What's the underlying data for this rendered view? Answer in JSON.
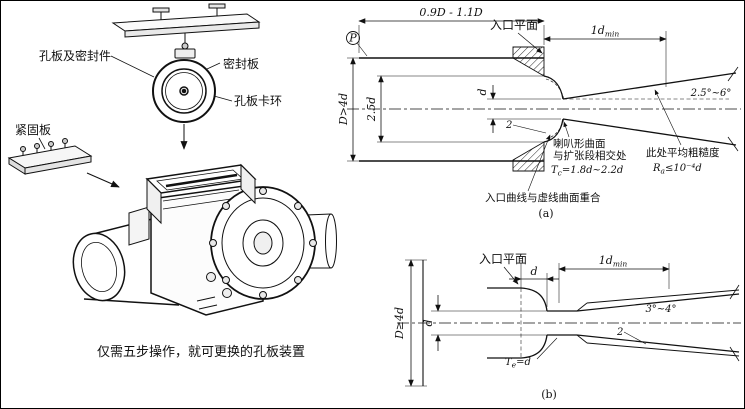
{
  "assembly": {
    "labels": {
      "plate_and_seal": "孔板及密封件",
      "seal_plate": "密封板",
      "clamp_ring": "孔板卡环",
      "fastening_plate": "紧固板"
    },
    "caption": "仅需五步操作，就可更换的孔板装置"
  },
  "diagram_a": {
    "dim_span": "0.9D - 1.1D",
    "inlet_plane": "入口平面",
    "dim_length": {
      "main": "1d",
      "sub": "min"
    },
    "tap": "P",
    "dim_diameter": "D>4d",
    "dim_bell": "2.5d",
    "dim_throat": "d",
    "surface_no": "2",
    "angle": "2.5°~6°",
    "note_trumpet_line1": "喇叭形曲面",
    "note_trumpet_line2": "与扩张段相交处",
    "note_tc": {
      "main": "T",
      "sub": "c",
      "rest": "=1.8d~2.2d"
    },
    "note_rough_title": "此处平均粗糙度",
    "note_rough": {
      "main": "R",
      "sub": "a",
      "rest": "≤10⁻⁴d"
    },
    "note_inlet_curve": "入口曲线与虚线曲面重合",
    "fig": "(a)"
  },
  "diagram_b": {
    "inlet_plane": "入口平面",
    "dim_length": {
      "main": "1d",
      "sub": "min"
    },
    "dim_bell_len": "d",
    "dim_diameter": "D≥4d",
    "dim_throat": "d",
    "angle": "3°~4°",
    "surface_no": "2",
    "note_te": {
      "main": "T",
      "sub": "e",
      "rest": "=d"
    },
    "fig": "(b)"
  }
}
